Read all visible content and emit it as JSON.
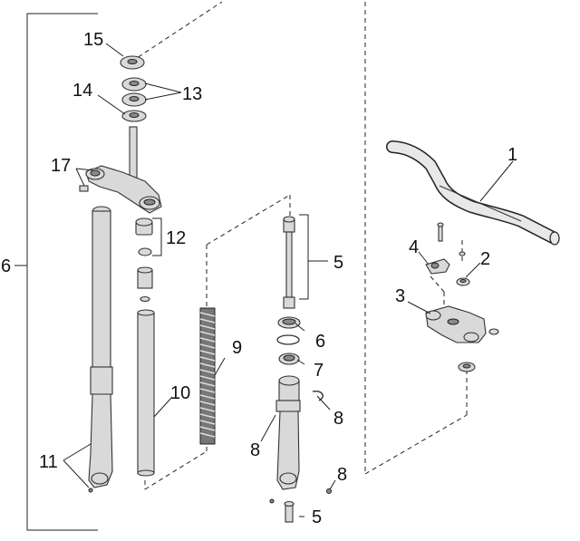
{
  "callouts": {
    "c1": "1",
    "c2": "2",
    "c3": "3",
    "c4": "4",
    "c5a": "5",
    "c5b": "5",
    "c6a": "6",
    "c6b": "6",
    "c7": "7",
    "c8a": "8",
    "c8b": "8",
    "c8c": "8",
    "c9": "9",
    "c10": "10",
    "c11": "11",
    "c12": "12",
    "c13": "13",
    "c14": "14",
    "c15": "15",
    "c17": "17"
  }
}
